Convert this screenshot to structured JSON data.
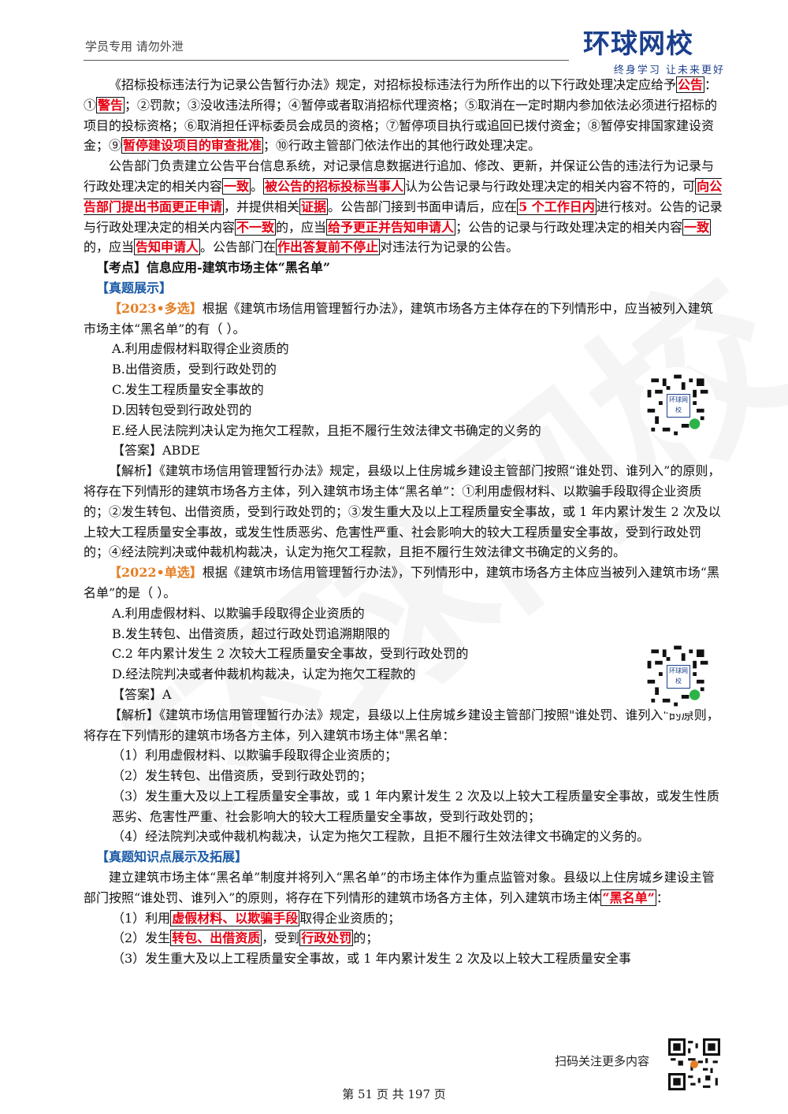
{
  "header": {
    "left_text": "学员专用 请勿外泄",
    "logo_text": "环球网校",
    "logo_tagline": "终身学习 让未来更好"
  },
  "watermark": "环球网校",
  "sec1": {
    "p1": {
      "a": "《招标投标违法行为记录公告暂行办法》规定，对招标投标违法行为所作出的以下行政处理决定应给予",
      "m1": "公告",
      "b": "：①",
      "m2": "警告",
      "c": "；②罚款；③没收违法所得；④暂停或者取消招标代理资格；⑤取消在一定时期内参加依法必须进行招标的项目的投标资格；⑥取消担任评标委员会成员的资格；⑦暂停项目执行或追回已拨付资金；⑧暂停安排国家建设资金；⑨",
      "m3": "暂停建设项目的审查批准",
      "d": "；⑩行政主管部门依法作出的其他行政处理决定。"
    },
    "p2": {
      "a": "公告部门负责建立公告平台信息系统，对记录信息数据进行追加、修改、更新，并保证公告的违法行为记录与行政处理决定的相关内容",
      "m1": "一致",
      "b": "。",
      "m2": "被公告的招标投标当事人",
      "c": "认为公告记录与行政处理决定的相关内容不符的，可",
      "m3": "向公告部门提出书面更正申请",
      "d": "，并提供相关",
      "m4": "证据",
      "e": "。公告部门接到书面申请后，应在",
      "m5": "5 个工作日内",
      "f": "进行核对。公告的记录与行政处理决定的相关内容",
      "m6": "不一致",
      "g": "的，应当",
      "m7": "给予更正并告知申请人",
      "h": "；公告的记录与行政处理决定的相关内容",
      "m8": "一致",
      "i": "的，应当",
      "m9": "告知申请人",
      "j": "。公告部门在",
      "m10": "作出答复前不停止",
      "k": "对违法行为记录的公告。"
    }
  },
  "kaodian": "【考点】信息应用-建筑市场主体“黑名单”",
  "zhenti_title": "【真题展示】",
  "q1": {
    "tag": "【2023•多选】",
    "stem": "根据《建筑市场信用管理暂行办法》，建筑市场各方主体存在的下列情形中，应当被列入建筑市场主体“黑名单”的有（ ）。",
    "options": [
      "A.利用虚假材料取得企业资质的",
      "B.出借资质，受到行政处罚的",
      "C.发生工程质量安全事故的",
      "D.因转包受到行政处罚的",
      "E.经人民法院判决认定为拖欠工程款，且拒不履行生效法律文书确定的义务的"
    ],
    "answer": "【答案】ABDE",
    "analysis": "【解析】《建筑市场信用管理暂行办法》规定，县级以上住房城乡建设主管部门按照“谁处罚、谁列入”的原则，将存在下列情形的建筑市场各方主体，列入建筑市场主体“黑名单”：①利用虚假材料、以欺骗手段取得企业资质的；②发生转包、出借资质，受到行政处罚的；③发生重大及以上工程质量安全事故，或 1 年内累计发生 2 次及以上较大工程质量安全事故，或发生性质恶劣、危害性严重、社会影响大的较大工程质量安全事故，受到行政处罚的；④经法院判决或仲裁机构裁决，认定为拖欠工程款，且拒不履行生效法律文书确定的义务的。"
  },
  "q2": {
    "tag": "【2022•单选】",
    "stem": "根据《建筑市场信用管理暂行办法》，下列情形中，建筑市场各方主体应当被列入建筑市场“黑名单”的是（ ）。",
    "options": [
      "A.利用虚假材料、以欺骗手段取得企业资质的",
      "B.发生转包、出借资质，超过行政处罚追溯期限的",
      "C.2 年内累计发生 2 次较大工程质量安全事故，受到行政处罚的",
      "D.经法院判决或者仲裁机构裁决，认定为拖欠工程款的"
    ],
    "answer": "【答案】A",
    "analysis_intro": "【解析】《建筑市场信用管理暂行办法》规定，县级以上住房城乡建设主管部门按照\"谁处罚、谁列入\"的原则，将存在下列情形的建筑市场各方主体，列入建筑市场主体\"黑名单：",
    "items": [
      "（1）利用虚假材料、以欺骗手段取得企业资质的；",
      "（2）发生转包、出借资质，受到行政处罚的；",
      "（3）发生重大及以上工程质量安全事故，或 1 年内累计发生 2 次及以上较大工程质量安全事故，或发生性质恶劣、危害性严重、社会影响大的较大工程质量安全事故，受到行政处罚的；",
      "（4）经法院判决或仲裁机构裁决，认定为拖欠工程款，且拒不履行生效法律文书确定的义务的。"
    ]
  },
  "ext": {
    "title": "【真题知识点展示及拓展】",
    "p1_a": "建立建筑市场主体“黑名单”制度并将列入“黑名单”的市场主体作为重点监管对象。县级以上住房城乡建设主管部门按照“谁处罚、谁列入”的原则，将存在下列情形的建筑市场各方主体，列入建筑市场主体",
    "p1_m": "“黑名单”",
    "p1_b": "：",
    "i1_a": "（1）利用",
    "i1_m": "虚假材料、以欺骗手段",
    "i1_b": "取得企业资质的；",
    "i2_a": "（2）发生",
    "i2_m1": "转包、出借资质",
    "i2_b": "，受到",
    "i2_m2": "行政处罚",
    "i2_c": "的；",
    "i3": "（3）发生重大及以上工程质量安全事故，或 1 年内累计发生 2 次及以上较大工程质量安全事"
  },
  "qr": {
    "label": "环球网校"
  },
  "footer": {
    "text": "扫码关注更多内容",
    "page": "第 51 页 共 197 页"
  }
}
